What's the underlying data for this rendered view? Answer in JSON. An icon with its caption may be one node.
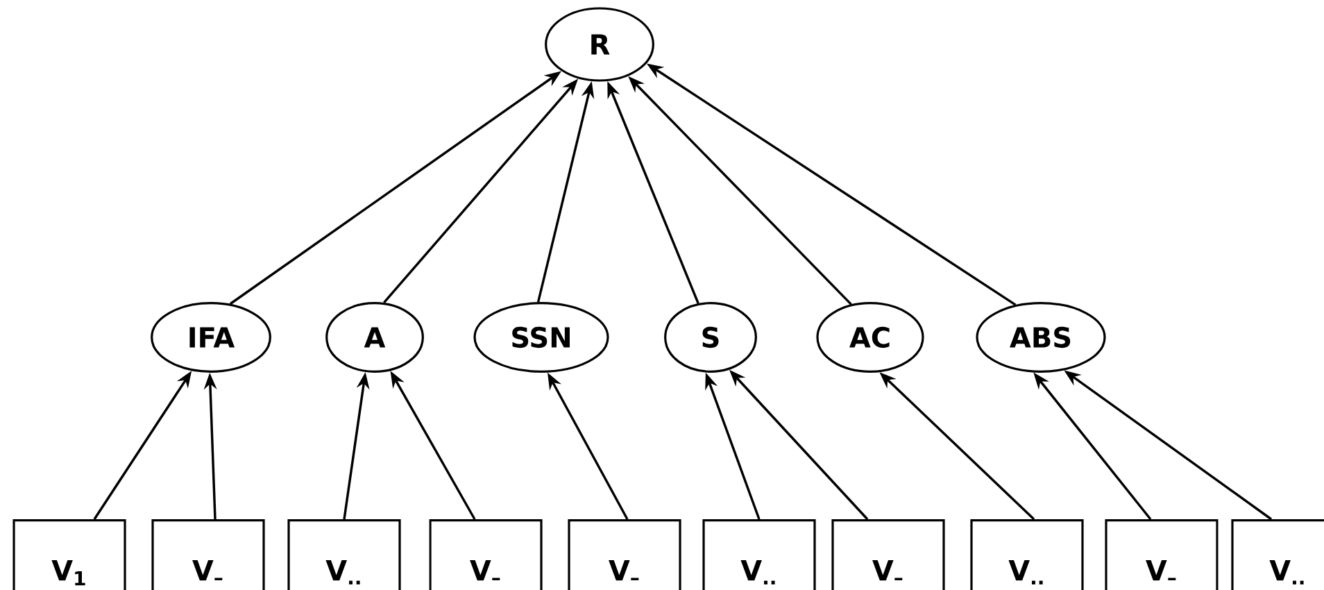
{
  "diagram": {
    "nodes": [
      {
        "text": [
          "R"
        ]
      },
      {
        "text": [
          "IFA"
        ]
      },
      {
        "text": [
          "A"
        ]
      },
      {
        "text": [
          "SSN"
        ]
      },
      {
        "text": [
          "S"
        ]
      },
      {
        "text": [
          "AC"
        ]
      },
      {
        "text": [
          "ABS"
        ]
      },
      {
        "text": [
          "V$_{1}$"
        ]
      },
      {
        "text": [
          "V$_{–}$"
        ]
      },
      {
        "text": [
          "V$_{..}$"
        ]
      },
      {
        "text": [
          "V$_{–}$"
        ]
      },
      {
        "text": [
          "V$_{–}$"
        ]
      },
      {
        "text": [
          "V$_{..}$"
        ]
      },
      {
        "text": [
          "V$_{–}$"
        ]
      },
      {
        "text": [
          "V$_{..}$"
        ]
      },
      {
        "text": [
          "V$_{–}$"
        ]
      },
      {
        "text": [
          "V$_{..}$"
        ]
      }
    ],
    "edges": [
      {
        "from": 1,
        "to": 0,
        "arrow": "to"
      },
      {
        "from": 2,
        "to": 0,
        "arrow": "to"
      },
      {
        "from": 3,
        "to": 0,
        "arrow": "to"
      },
      {
        "from": 4,
        "to": 0,
        "arrow": "to"
      },
      {
        "from": 5,
        "to": 0,
        "arrow": "to"
      },
      {
        "from": 6,
        "to": 0,
        "arrow": "to"
      },
      {
        "from": 7,
        "to": 1,
        "arrow": "to"
      },
      {
        "from": 8,
        "to": 1,
        "arrow": "to"
      },
      {
        "from": 9,
        "to": 2,
        "arrow": "to"
      },
      {
        "from": 10,
        "to": 2,
        "arrow": "to"
      },
      {
        "from": 11,
        "to": 3,
        "arrow": "to"
      },
      {
        "from": 12,
        "to": 4,
        "arrow": "to"
      },
      {
        "from": 13,
        "to": 4,
        "arrow": "to"
      },
      {
        "from": 14,
        "to": 5,
        "arrow": "to"
      },
      {
        "from": 15,
        "to": 6,
        "arrow": "to"
      },
      {
        "from": 16,
        "to": 6,
        "arrow": "to"
      }
    ]
  }
}
